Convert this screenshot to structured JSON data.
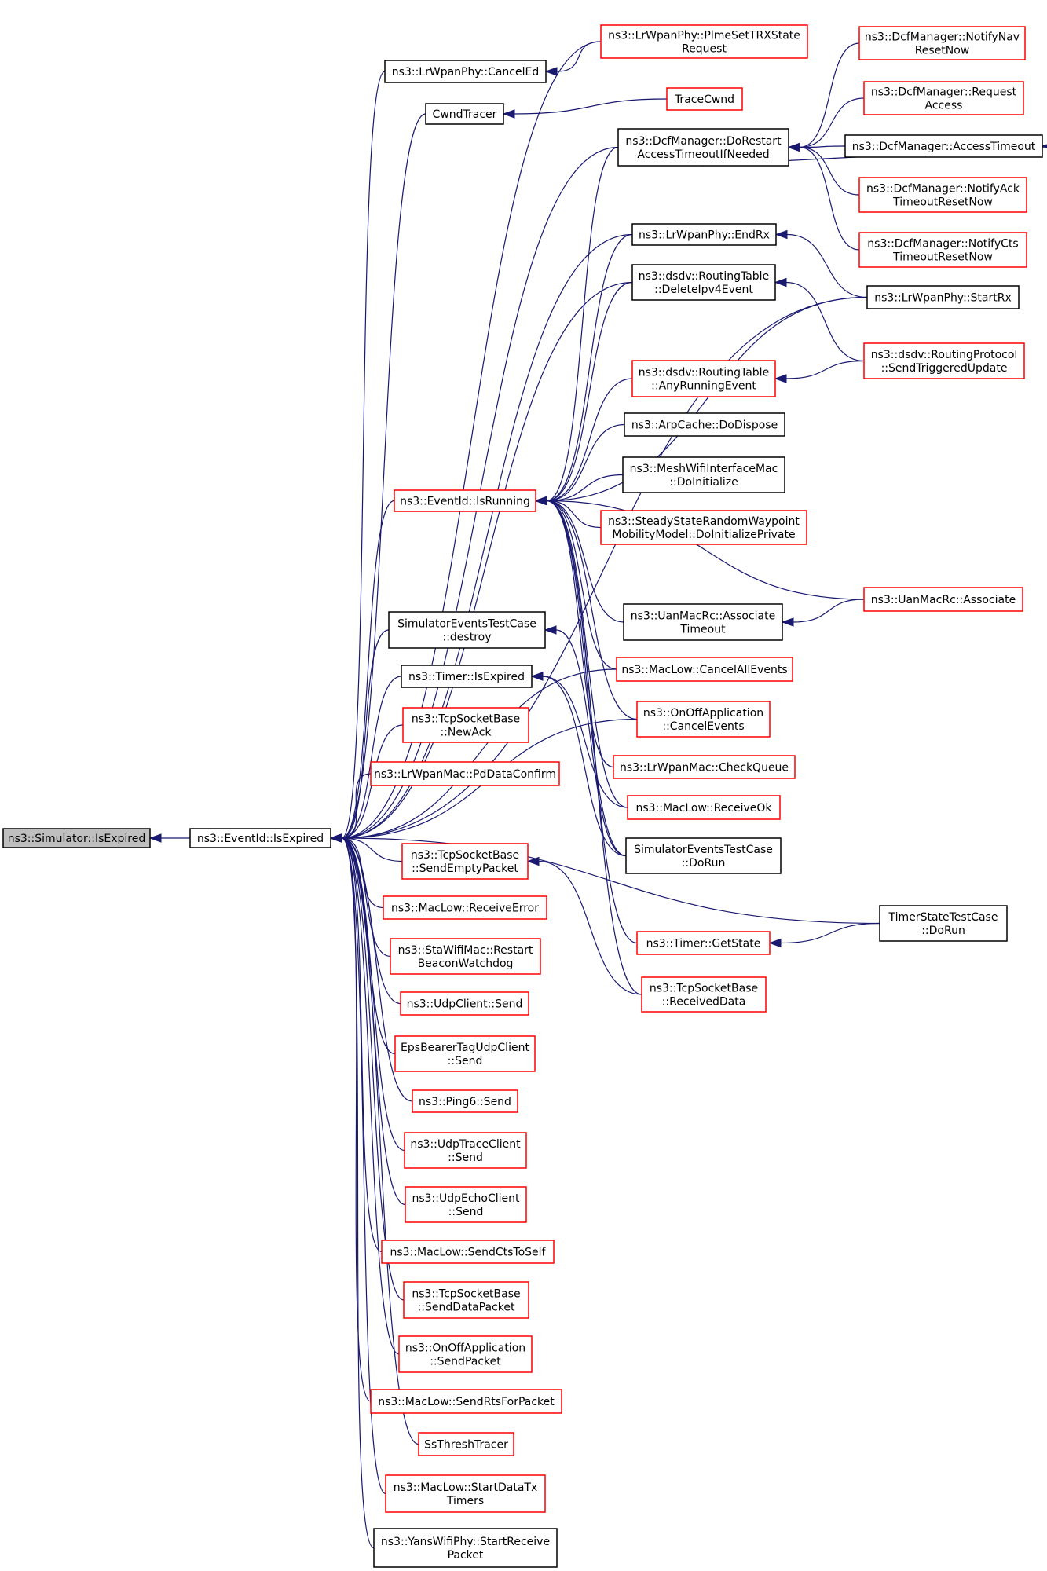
{
  "colors": {
    "edge": "#191970",
    "box_plain": "#000000",
    "box_linked": "#ff0000",
    "box_focus_fill": "#bfbfbf",
    "box_fill": "#ffffff"
  },
  "nodes": [
    {
      "id": "sim_isexpired",
      "lines": [
        "ns3::Simulator::IsExpired"
      ],
      "style": "focus"
    },
    {
      "id": "evt_isexpired",
      "lines": [
        "ns3::EventId::IsExpired"
      ],
      "style": "plain"
    },
    {
      "id": "evt_isrunning",
      "lines": [
        "ns3::EventId::IsRunning"
      ],
      "style": "linked"
    },
    {
      "id": "lrphy_canceled",
      "lines": [
        "ns3::LrWpanPhy::CancelEd"
      ],
      "style": "plain"
    },
    {
      "id": "plmesettrx",
      "lines": [
        "ns3::LrWpanPhy::PlmeSetTRXState",
        "Request"
      ],
      "style": "linked"
    },
    {
      "id": "cwndtracer",
      "lines": [
        "CwndTracer"
      ],
      "style": "plain"
    },
    {
      "id": "tracecwnd",
      "lines": [
        "TraceCwnd"
      ],
      "style": "linked"
    },
    {
      "id": "dcf_dorestart",
      "lines": [
        "ns3::DcfManager::DoRestart",
        "AccessTimeoutIfNeeded"
      ],
      "style": "plain"
    },
    {
      "id": "dcf_notifynav",
      "lines": [
        "ns3::DcfManager::NotifyNav",
        "ResetNow"
      ],
      "style": "linked"
    },
    {
      "id": "dcf_requestaccess",
      "lines": [
        "ns3::DcfManager::Request",
        "Access"
      ],
      "style": "linked"
    },
    {
      "id": "dcf_accesstimeout",
      "lines": [
        "ns3::DcfManager::AccessTimeout"
      ],
      "style": "plain"
    },
    {
      "id": "dcf_notifyack",
      "lines": [
        "ns3::DcfManager::NotifyAck",
        "TimeoutResetNow"
      ],
      "style": "linked"
    },
    {
      "id": "dcf_notifycts",
      "lines": [
        "ns3::DcfManager::NotifyCts",
        "TimeoutResetNow"
      ],
      "style": "linked"
    },
    {
      "id": "lrphy_endrx",
      "lines": [
        "ns3::LrWpanPhy::EndRx"
      ],
      "style": "plain"
    },
    {
      "id": "lrphy_startrx",
      "lines": [
        "ns3::LrWpanPhy::StartRx"
      ],
      "style": "plain"
    },
    {
      "id": "dsdv_deleteipv4",
      "lines": [
        "ns3::dsdv::RoutingTable",
        "::DeleteIpv4Event"
      ],
      "style": "plain"
    },
    {
      "id": "dsdv_sendtriggered",
      "lines": [
        "ns3::dsdv::RoutingProtocol",
        "::SendTriggeredUpdate"
      ],
      "style": "linked"
    },
    {
      "id": "dsdv_anyrunning",
      "lines": [
        "ns3::dsdv::RoutingTable",
        "::AnyRunningEvent"
      ],
      "style": "linked"
    },
    {
      "id": "arpcache_dispose",
      "lines": [
        "ns3::ArpCache::DoDispose"
      ],
      "style": "plain"
    },
    {
      "id": "meshwifi_init",
      "lines": [
        "ns3::MeshWifiInterfaceMac",
        "::DoInitialize"
      ],
      "style": "plain"
    },
    {
      "id": "steadystate_init",
      "lines": [
        "ns3::SteadyStateRandomWaypoint",
        "MobilityModel::DoInitializePrivate"
      ],
      "style": "linked"
    },
    {
      "id": "uanmacrc_assoc",
      "lines": [
        "ns3::UanMacRc::Associate"
      ],
      "style": "linked"
    },
    {
      "id": "uanmacrc_assoctimeout",
      "lines": [
        "ns3::UanMacRc::Associate",
        "Timeout"
      ],
      "style": "plain"
    },
    {
      "id": "sim_destroy",
      "lines": [
        "SimulatorEventsTestCase",
        "::destroy"
      ],
      "style": "plain"
    },
    {
      "id": "maclow_cancelall",
      "lines": [
        "ns3::MacLow::CancelAllEvents"
      ],
      "style": "linked"
    },
    {
      "id": "timer_isexpired",
      "lines": [
        "ns3::Timer::IsExpired"
      ],
      "style": "plain"
    },
    {
      "id": "onoff_cancel",
      "lines": [
        "ns3::OnOffApplication",
        "::CancelEvents"
      ],
      "style": "linked"
    },
    {
      "id": "tcp_newack",
      "lines": [
        "ns3::TcpSocketBase",
        "::NewAck"
      ],
      "style": "linked"
    },
    {
      "id": "lrmac_checkqueue",
      "lines": [
        "ns3::LrWpanMac::CheckQueue"
      ],
      "style": "linked"
    },
    {
      "id": "lrmac_pddata",
      "lines": [
        "ns3::LrWpanMac::PdDataConfirm"
      ],
      "style": "linked"
    },
    {
      "id": "maclow_receiveok",
      "lines": [
        "ns3::MacLow::ReceiveOk"
      ],
      "style": "linked"
    },
    {
      "id": "sim_dorun",
      "lines": [
        "SimulatorEventsTestCase",
        "::DoRun"
      ],
      "style": "plain"
    },
    {
      "id": "tcp_sendempty",
      "lines": [
        "ns3::TcpSocketBase",
        "::SendEmptyPacket"
      ],
      "style": "linked"
    },
    {
      "id": "maclow_receiveerror",
      "lines": [
        "ns3::MacLow::ReceiveError"
      ],
      "style": "linked"
    },
    {
      "id": "timerstate_dorun",
      "lines": [
        "TimerStateTestCase",
        "::DoRun"
      ],
      "style": "plain"
    },
    {
      "id": "timer_getstate",
      "lines": [
        "ns3::Timer::GetState"
      ],
      "style": "linked"
    },
    {
      "id": "stawifi_restart",
      "lines": [
        "ns3::StaWifiMac::Restart",
        "BeaconWatchdog"
      ],
      "style": "linked"
    },
    {
      "id": "tcp_receiveddata",
      "lines": [
        "ns3::TcpSocketBase",
        "::ReceivedData"
      ],
      "style": "linked"
    },
    {
      "id": "udpclient_send",
      "lines": [
        "ns3::UdpClient::Send"
      ],
      "style": "linked"
    },
    {
      "id": "epsbearer_send",
      "lines": [
        "EpsBearerTagUdpClient",
        "::Send"
      ],
      "style": "linked"
    },
    {
      "id": "ping6_send",
      "lines": [
        "ns3::Ping6::Send"
      ],
      "style": "linked"
    },
    {
      "id": "udptrace_send",
      "lines": [
        "ns3::UdpTraceClient",
        "::Send"
      ],
      "style": "linked"
    },
    {
      "id": "udpecho_send",
      "lines": [
        "ns3::UdpEchoClient",
        "::Send"
      ],
      "style": "linked"
    },
    {
      "id": "maclow_sendcts",
      "lines": [
        "ns3::MacLow::SendCtsToSelf"
      ],
      "style": "linked"
    },
    {
      "id": "tcp_senddata",
      "lines": [
        "ns3::TcpSocketBase",
        "::SendDataPacket"
      ],
      "style": "linked"
    },
    {
      "id": "onoff_sendpacket",
      "lines": [
        "ns3::OnOffApplication",
        "::SendPacket"
      ],
      "style": "linked"
    },
    {
      "id": "maclow_sendrts",
      "lines": [
        "ns3::MacLow::SendRtsForPacket"
      ],
      "style": "linked"
    },
    {
      "id": "ssthresh",
      "lines": [
        "SsThreshTracer"
      ],
      "style": "linked"
    },
    {
      "id": "maclow_startdatatx",
      "lines": [
        "ns3::MacLow::StartDataTx",
        "Timers"
      ],
      "style": "linked"
    },
    {
      "id": "yans_startreceive",
      "lines": [
        "ns3::YansWifiPhy::StartReceive",
        "Packet"
      ],
      "style": "plain"
    }
  ],
  "edges": [
    [
      "evt_isexpired",
      "sim_isexpired"
    ],
    [
      "evt_isrunning",
      "evt_isexpired"
    ],
    [
      "lrphy_canceled",
      "evt_isexpired"
    ],
    [
      "plmesettrx",
      "evt_isexpired"
    ],
    [
      "plmesettrx",
      "lrphy_canceled"
    ],
    [
      "cwndtracer",
      "evt_isexpired"
    ],
    [
      "tracecwnd",
      "cwndtracer"
    ],
    [
      "dcf_dorestart",
      "evt_isexpired"
    ],
    [
      "dcf_notifynav",
      "dcf_dorestart"
    ],
    [
      "dcf_requestaccess",
      "dcf_dorestart"
    ],
    [
      "dcf_accesstimeout",
      "dcf_dorestart"
    ],
    [
      "dcf_dorestart",
      "dcf_accesstimeout"
    ],
    [
      "dcf_notifyack",
      "dcf_dorestart"
    ],
    [
      "dcf_notifycts",
      "dcf_dorestart"
    ],
    [
      "lrphy_endrx",
      "evt_isexpired"
    ],
    [
      "lrphy_startrx",
      "lrphy_endrx"
    ],
    [
      "lrphy_startrx",
      "evt_isexpired"
    ],
    [
      "dsdv_deleteipv4",
      "evt_isexpired"
    ],
    [
      "dsdv_sendtriggered",
      "dsdv_deleteipv4"
    ],
    [
      "dsdv_sendtriggered",
      "dsdv_anyrunning"
    ],
    [
      "dcf_dorestart",
      "evt_isrunning"
    ],
    [
      "lrphy_endrx",
      "evt_isrunning"
    ],
    [
      "dsdv_deleteipv4",
      "evt_isrunning"
    ],
    [
      "lrphy_startrx",
      "evt_isrunning"
    ],
    [
      "dsdv_anyrunning",
      "evt_isrunning"
    ],
    [
      "arpcache_dispose",
      "evt_isrunning"
    ],
    [
      "meshwifi_init",
      "evt_isrunning"
    ],
    [
      "steadystate_init",
      "evt_isrunning"
    ],
    [
      "uanmacrc_assoc",
      "evt_isrunning"
    ],
    [
      "uanmacrc_assoctimeout",
      "evt_isrunning"
    ],
    [
      "uanmacrc_assoc",
      "uanmacrc_assoctimeout"
    ],
    [
      "maclow_cancelall",
      "evt_isrunning"
    ],
    [
      "onoff_cancel",
      "evt_isrunning"
    ],
    [
      "lrmac_checkqueue",
      "evt_isrunning"
    ],
    [
      "maclow_receiveok",
      "evt_isrunning"
    ],
    [
      "sim_dorun",
      "evt_isrunning"
    ],
    [
      "timer_getstate",
      "evt_isrunning"
    ],
    [
      "tcp_receiveddata",
      "evt_isrunning"
    ],
    [
      "sim_destroy",
      "evt_isexpired"
    ],
    [
      "sim_dorun",
      "sim_destroy"
    ],
    [
      "timer_isexpired",
      "evt_isexpired"
    ],
    [
      "maclow_receiveok",
      "timer_isexpired"
    ],
    [
      "sim_dorun",
      "timer_isexpired"
    ],
    [
      "maclow_cancelall",
      "evt_isexpired"
    ],
    [
      "onoff_cancel",
      "evt_isexpired"
    ],
    [
      "tcp_newack",
      "evt_isexpired"
    ],
    [
      "lrmac_pddata",
      "evt_isexpired"
    ],
    [
      "tcp_sendempty",
      "evt_isexpired"
    ],
    [
      "tcp_receiveddata",
      "tcp_sendempty"
    ],
    [
      "timerstate_dorun",
      "evt_isexpired"
    ],
    [
      "timerstate_dorun",
      "timer_getstate"
    ],
    [
      "maclow_receiveerror",
      "evt_isexpired"
    ],
    [
      "stawifi_restart",
      "evt_isexpired"
    ],
    [
      "udpclient_send",
      "evt_isexpired"
    ],
    [
      "epsbearer_send",
      "evt_isexpired"
    ],
    [
      "ping6_send",
      "evt_isexpired"
    ],
    [
      "udptrace_send",
      "evt_isexpired"
    ],
    [
      "udpecho_send",
      "evt_isexpired"
    ],
    [
      "maclow_sendcts",
      "evt_isexpired"
    ],
    [
      "tcp_senddata",
      "evt_isexpired"
    ],
    [
      "onoff_sendpacket",
      "evt_isexpired"
    ],
    [
      "maclow_sendrts",
      "evt_isexpired"
    ],
    [
      "ssthresh",
      "evt_isexpired"
    ],
    [
      "maclow_startdatatx",
      "evt_isexpired"
    ],
    [
      "yans_startreceive",
      "evt_isexpired"
    ]
  ]
}
